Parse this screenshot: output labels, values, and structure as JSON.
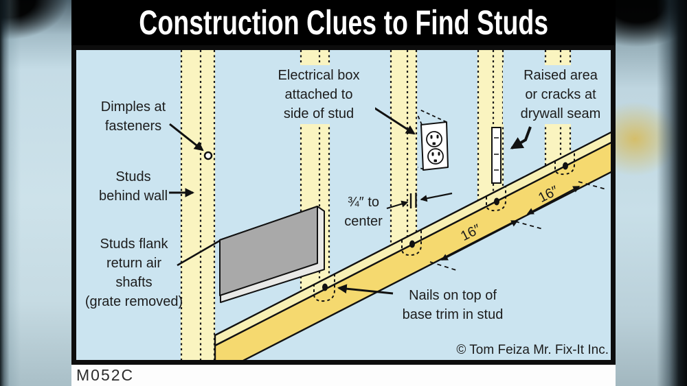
{
  "title": "Construction Clues to Find Studs",
  "figure_code": "M052C",
  "copyright_notice": "© Tom Feiza Mr. Fix-It Inc.",
  "annotations": {
    "dimples": "Dimples at\nfasteners",
    "studs_behind": "Studs\nbehind wall",
    "studs_flank": "Studs flank\nreturn air\nshafts\n(grate removed)",
    "electrical_box": "Electrical box\nattached to\nside of stud",
    "raised_area": "Raised area\nor cracks at\ndrywall seam",
    "offset_to_center": "¾″ to\ncenter",
    "nails": "Nails on top of\nbase trim in stud",
    "stud_spacing_1": "16″",
    "stud_spacing_2": "16″"
  },
  "colors": {
    "wall": "#cbe4f0",
    "stud": "#faf4c0",
    "trim_top": "#f8f0b4",
    "trim_face": "#f5d96f",
    "grate": "#a9a9a9",
    "grate_lip": "#e9e9e7",
    "outline": "#111111",
    "title_bg": "#000000",
    "title_text": "#ffffff"
  }
}
